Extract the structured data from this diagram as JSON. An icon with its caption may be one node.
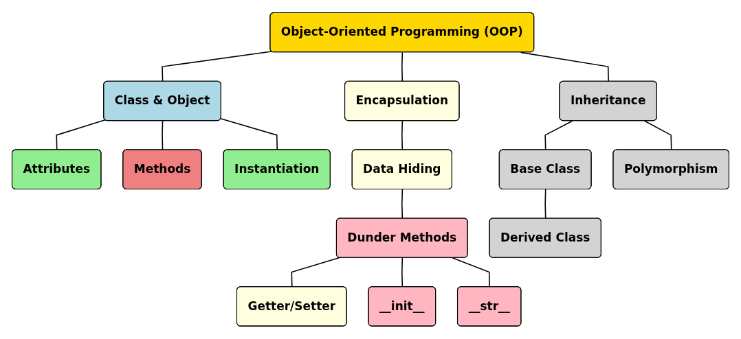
{
  "diagram": {
    "nodes": [
      {
        "text": [
          "Object-Oriented Programming (OOP)"
        ]
      },
      {
        "text": [
          "Class & Object"
        ]
      },
      {
        "text": [
          "Encapsulation"
        ]
      },
      {
        "text": [
          "Inheritance"
        ]
      },
      {
        "text": [
          "Attributes"
        ]
      },
      {
        "text": [
          "Methods"
        ]
      },
      {
        "text": [
          "Instantiation"
        ]
      },
      {
        "text": [
          "Data Hiding"
        ]
      },
      {
        "text": [
          "Base Class"
        ]
      },
      {
        "text": [
          "Polymorphism"
        ]
      },
      {
        "text": [
          "Dunder Methods"
        ]
      },
      {
        "text": [
          "Getter/Setter"
        ]
      },
      {
        "text": [
          "Derived Class"
        ]
      },
      {
        "text": [
          "__init__"
        ]
      },
      {
        "text": [
          "__str__"
        ]
      }
    ],
    "edges": [
      {
        "from": 0,
        "to": 1,
        "arrow": "none"
      },
      {
        "from": 0,
        "to": 2,
        "arrow": "none"
      },
      {
        "from": 0,
        "to": 3,
        "arrow": "none"
      },
      {
        "from": 1,
        "to": 4,
        "arrow": "none"
      },
      {
        "from": 1,
        "to": 5,
        "arrow": "none"
      },
      {
        "from": 1,
        "to": 6,
        "arrow": "none"
      },
      {
        "from": 2,
        "to": 7,
        "arrow": "none"
      },
      {
        "from": 7,
        "to": 10,
        "arrow": "none"
      },
      {
        "from": 10,
        "to": 11,
        "arrow": "none"
      },
      {
        "from": 10,
        "to": 13,
        "arrow": "none"
      },
      {
        "from": 10,
        "to": 14,
        "arrow": "none"
      },
      {
        "from": 3,
        "to": 8,
        "arrow": "none"
      },
      {
        "from": 3,
        "to": 9,
        "arrow": "none"
      },
      {
        "from": 8,
        "to": 12,
        "arrow": "none"
      }
    ]
  }
}
